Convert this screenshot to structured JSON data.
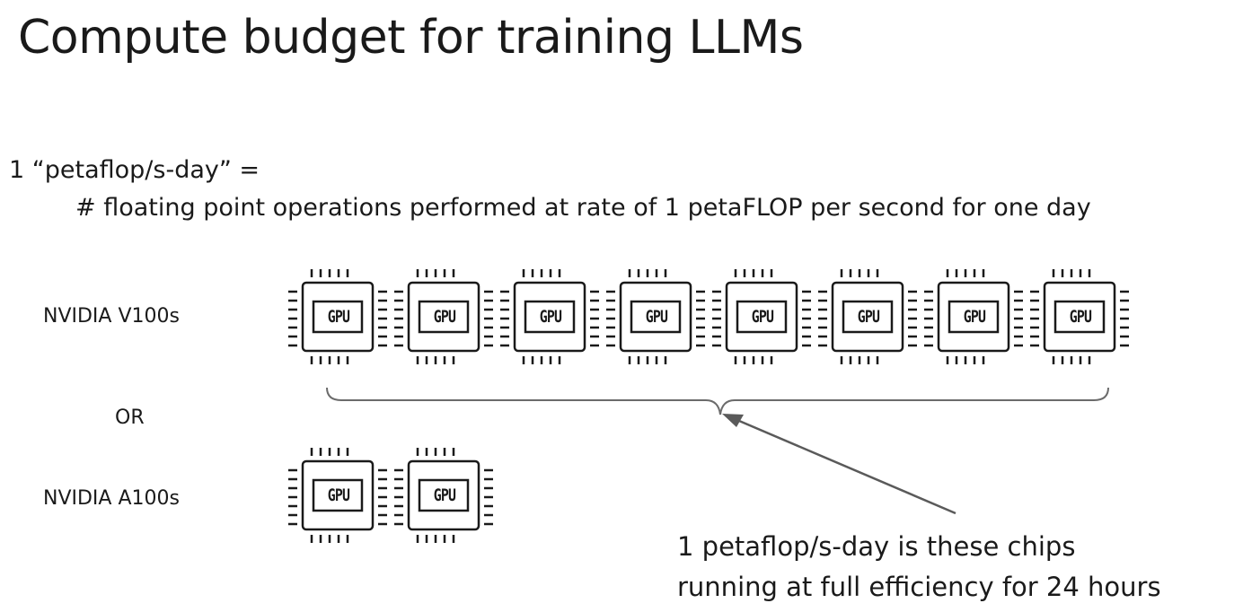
{
  "slide": {
    "title": "Compute budget for training LLMs"
  },
  "definition": {
    "term": "1 “petaflop/s-day” =",
    "explanation": "# floating point operations performed at rate of 1 petaFLOP per second for one day"
  },
  "rows": {
    "v100": {
      "label": "NVIDIA V100s",
      "chip_count": 8,
      "chip_label": "GPU"
    },
    "separator": "OR",
    "a100": {
      "label": "NVIDIA A100s",
      "chip_count": 2,
      "chip_label": "GPU"
    }
  },
  "callout": {
    "line1": "1 petaflop/s-day  is these chips",
    "line2": "running at full efficiency for 24 hours"
  },
  "icons": {
    "chip": "gpu-chip-icon",
    "brace": "curly-brace-icon",
    "arrow": "arrow-icon"
  },
  "colors": {
    "text": "#1a1a1a",
    "brace": "#6b6b6b",
    "arrow": "#5a5a5a"
  }
}
